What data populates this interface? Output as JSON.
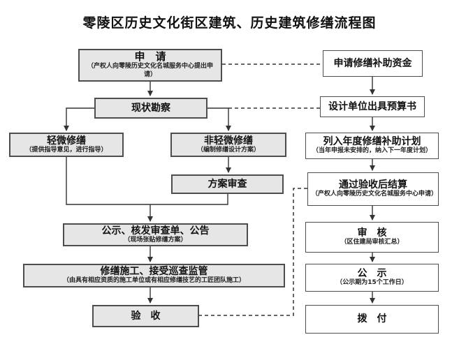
{
  "title": "零陵区历史文化街区建筑、历史建筑修缮流程图",
  "nodes": {
    "apply": {
      "label": "申　请",
      "note": "（产权人向零陵历史文化名城服务中心提出申请）"
    },
    "apply_fund": {
      "label": "申请修缮补助资金"
    },
    "survey": {
      "label": "现状勘察"
    },
    "budget": {
      "label": "设计单位出具预算书"
    },
    "minor_repair": {
      "label": "轻微修缮",
      "note": "（提供指导意见，进行指导）"
    },
    "non_minor_repair": {
      "label": "非轻微修缮",
      "note": "（编制修缮设计方案）"
    },
    "annual_plan": {
      "label": "列入年度修缮补助计划",
      "note": "（当年申报未安排的，纳入下一年度计划）"
    },
    "plan_review": {
      "label": "方案审查"
    },
    "settlement": {
      "label": "通过验收后结算",
      "note": "（产权人向零陵历史文化名城服务中心申请）"
    },
    "publicity_notice": {
      "label": "公示、核发审查单、公告",
      "note": "（现场张贴修缮方案）"
    },
    "audit": {
      "label": "审　核",
      "note": "（区住建局审核汇总）"
    },
    "construction": {
      "label": "修缮施工、接受巡查监管",
      "note": "（由具有相应资质的施工单位或有相应修缮技艺的工匠团队施工）"
    },
    "publicity": {
      "label": "公　示",
      "note": "（公示期为15个工作日）"
    },
    "acceptance": {
      "label": "验　收"
    },
    "disbursement": {
      "label": "拨　付"
    }
  },
  "colors": {
    "node_fill_gray": "#e6e6e6",
    "node_fill_white": "#ffffff",
    "node_border": "#4d4d4d",
    "line": "#333333"
  }
}
